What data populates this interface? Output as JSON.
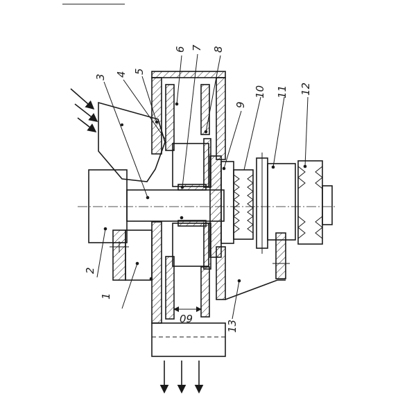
{
  "labels": {
    "l1": "1",
    "l2": "2",
    "l3": "3",
    "l4": "4",
    "l5": "5",
    "l6": "6",
    "l7": "7",
    "l8": "8",
    "l9": "9",
    "l10": "10",
    "l11": "11",
    "l12": "12",
    "l13": "13",
    "dim": "60"
  }
}
